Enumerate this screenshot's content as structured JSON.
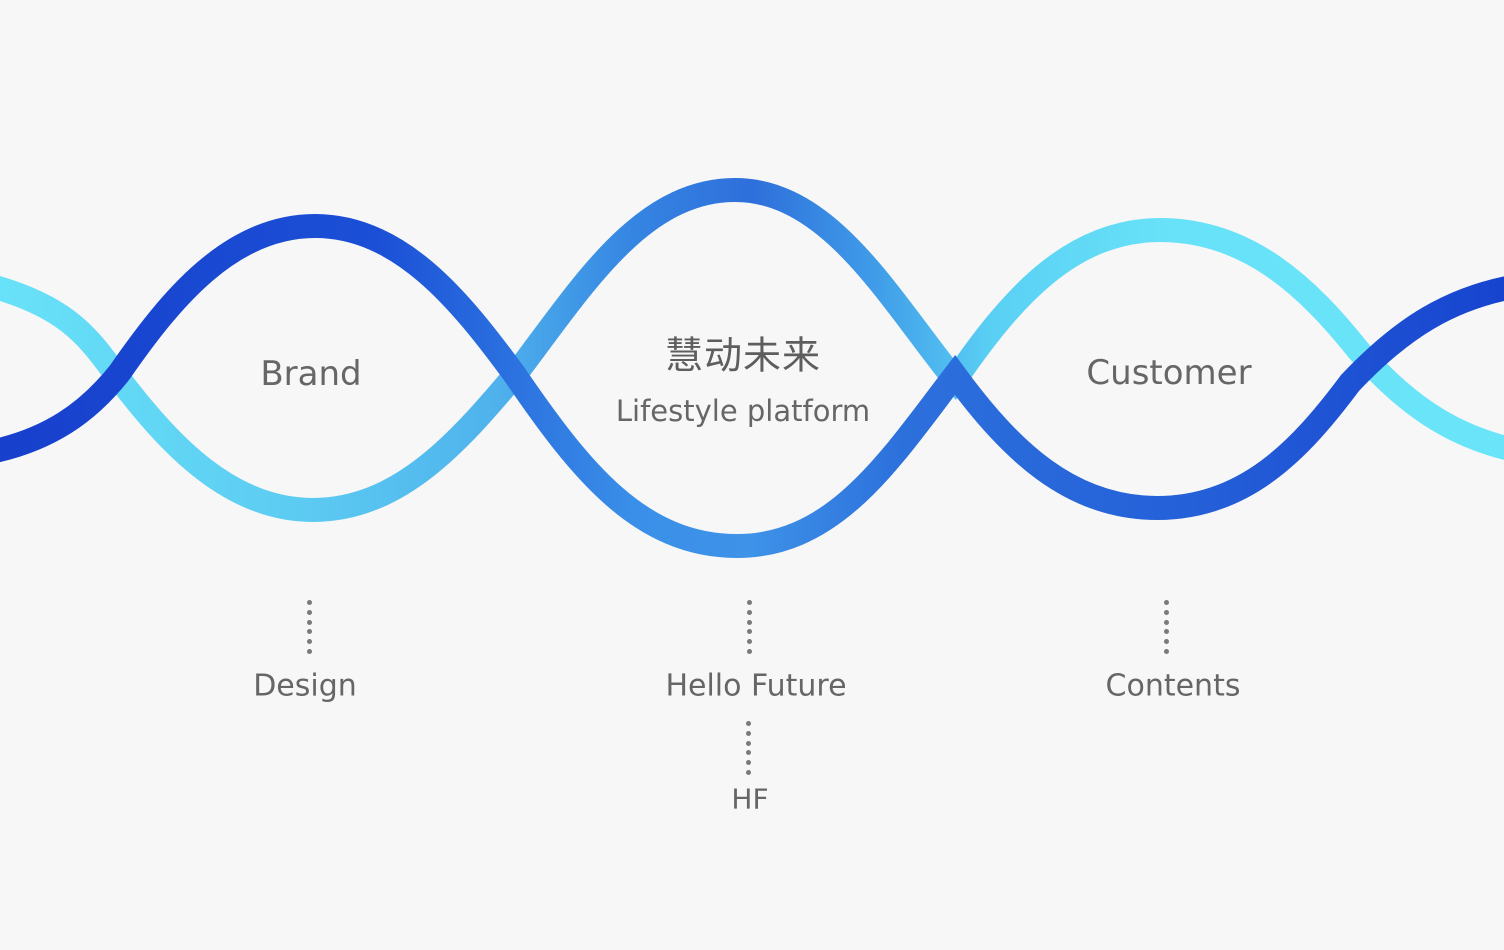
{
  "center": {
    "title_cn": "慧动未来",
    "subtitle": "Lifestyle platform"
  },
  "loops": [
    {
      "label": "Brand"
    },
    {
      "label": "Customer"
    }
  ],
  "bottom": {
    "left": "Design",
    "center": "Hello Future",
    "right": "Contents",
    "center_sub": "HF"
  },
  "colors": {
    "background": "#f7f7f7",
    "dark_blue": "#1a44d0",
    "mid_blue": "#3a8ee6",
    "light_cyan": "#68e2f8",
    "text": "#666666",
    "dots": "#7a7a7a"
  }
}
